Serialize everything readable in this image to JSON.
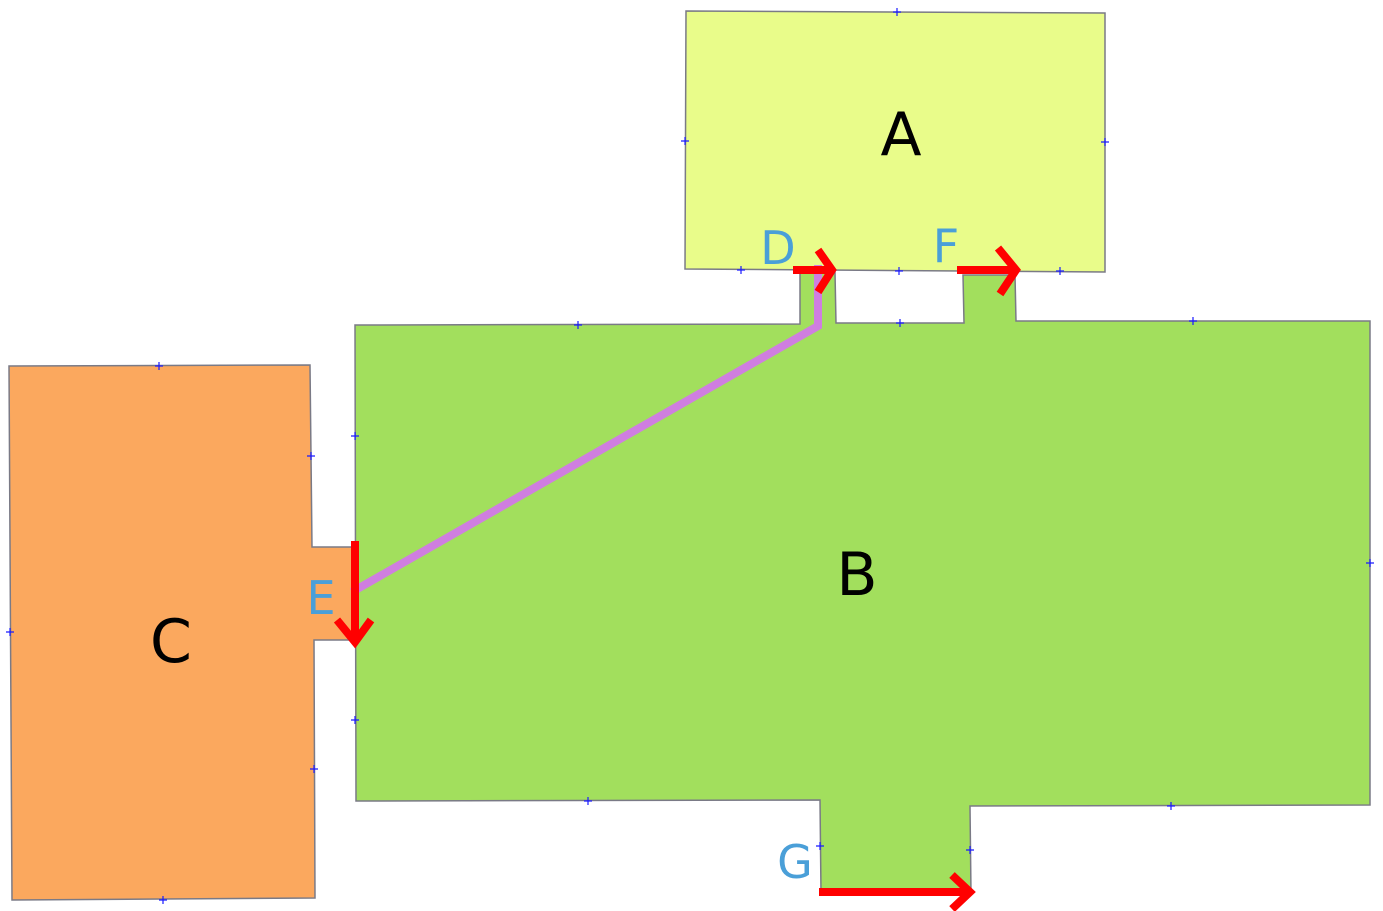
{
  "rooms": [
    {
      "id": "A",
      "label": "A",
      "color": "#e9fc8a"
    },
    {
      "id": "B",
      "label": "B",
      "color": "#a2df5d"
    },
    {
      "id": "C",
      "label": "C",
      "color": "#fba85e"
    }
  ],
  "doors": [
    {
      "id": "D",
      "label": "D"
    },
    {
      "id": "E",
      "label": "E"
    },
    {
      "id": "F",
      "label": "F"
    },
    {
      "id": "G",
      "label": "G"
    }
  ],
  "colors": {
    "door_label": "#4a9fd8",
    "arrow": "#ff0000",
    "path": "#cf7ee0",
    "outline": "#7a7a86",
    "vertex_marker": "#1a1aff"
  }
}
